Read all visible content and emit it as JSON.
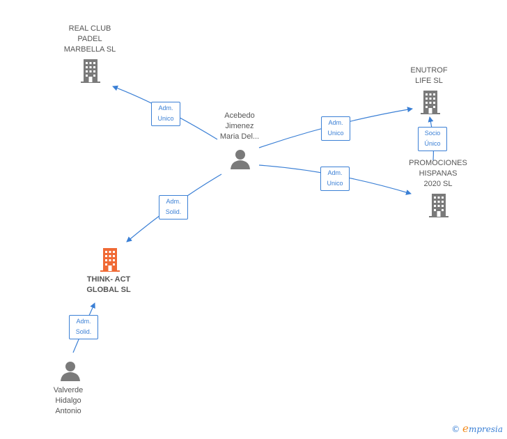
{
  "colors": {
    "edge": "#3a7fd5",
    "building": "#7a7a7a",
    "building_focus": "#f06a35",
    "person": "#7a7a7a"
  },
  "nodes": {
    "real_club": {
      "lines": [
        "REAL CLUB",
        "PADEL",
        "MARBELLA  SL"
      ],
      "icon": "building-icon"
    },
    "enutrof": {
      "lines": [
        "ENUTROF",
        "LIFE  SL"
      ],
      "icon": "building-icon"
    },
    "promociones": {
      "lines": [
        "PROMOCIONES",
        "HISPANAS",
        "2020  SL"
      ],
      "icon": "building-icon"
    },
    "think_act": {
      "lines": [
        "THINK- ACT",
        "GLOBAL  SL"
      ],
      "icon": "building-icon"
    },
    "acebedo": {
      "lines": [
        "Acebedo",
        "Jimenez",
        "Maria Del..."
      ],
      "icon": "person-icon"
    },
    "valverde": {
      "lines": [
        "Valverde",
        "Hidalgo",
        "Antonio"
      ],
      "icon": "person-icon"
    }
  },
  "edges": {
    "acebedo_real_club": [
      "Adm.",
      "Unico"
    ],
    "acebedo_enutrof": [
      "Adm.",
      "Unico"
    ],
    "acebedo_promociones": [
      "Adm.",
      "Unico"
    ],
    "acebedo_think_act": [
      "Adm.",
      "Solid."
    ],
    "promociones_enutrof": [
      "Socio",
      "Único"
    ],
    "valverde_think_act": [
      "Adm.",
      "Solid."
    ]
  },
  "brand": {
    "copyright": "©",
    "initial": "e",
    "name": "mpresia"
  }
}
